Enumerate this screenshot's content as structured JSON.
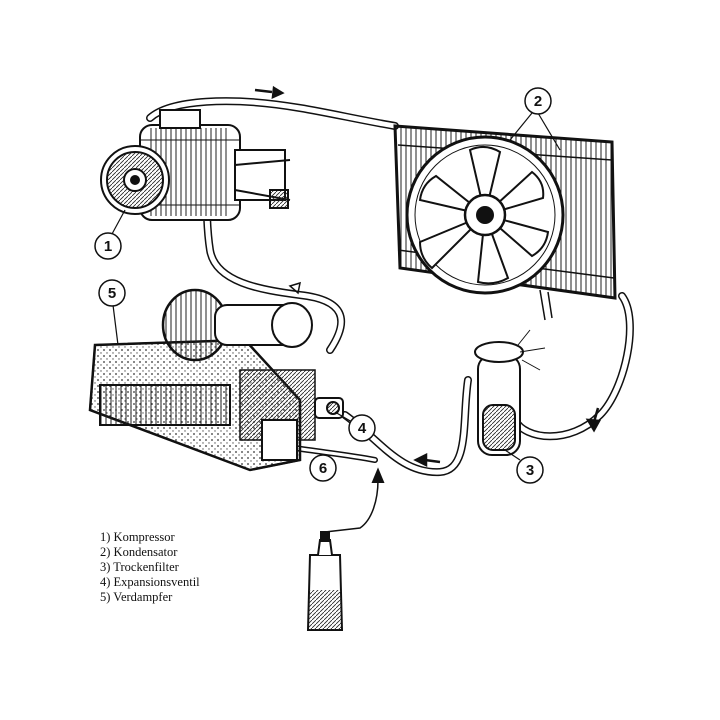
{
  "callouts": [
    "1",
    "2",
    "3",
    "4",
    "5",
    "6"
  ],
  "legend": [
    "1) Kompressor",
    "2) Kondensator",
    "3) Trockenfilter",
    "4) Expansionsventil",
    "5) Verdampfer"
  ]
}
